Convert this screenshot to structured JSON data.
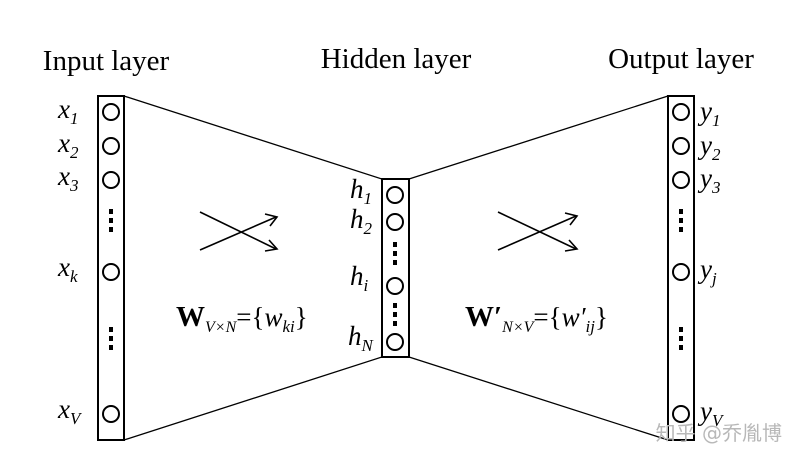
{
  "titles": {
    "input": "Input layer",
    "hidden": "Hidden layer",
    "output": "Output layer"
  },
  "input_labels": [
    {
      "base": "x",
      "sub": "1"
    },
    {
      "base": "x",
      "sub": "2"
    },
    {
      "base": "x",
      "sub": "3"
    },
    {
      "base": "x",
      "sub": "k"
    },
    {
      "base": "x",
      "sub": "V"
    }
  ],
  "hidden_labels": [
    {
      "base": "h",
      "sub": "1"
    },
    {
      "base": "h",
      "sub": "2"
    },
    {
      "base": "h",
      "sub": "i"
    },
    {
      "base": "h",
      "sub": "N"
    }
  ],
  "output_labels": [
    {
      "base": "y",
      "sub": "1"
    },
    {
      "base": "y",
      "sub": "2"
    },
    {
      "base": "y",
      "sub": "3"
    },
    {
      "base": "y",
      "sub": "j"
    },
    {
      "base": "y",
      "sub": "V"
    }
  ],
  "weights_in": {
    "W": "W",
    "sub": "V×N",
    "eq_open": "={",
    "w": "w",
    "w_sub": "ki",
    "close": "}"
  },
  "weights_out": {
    "W": "W′",
    "sub": "N×V",
    "eq_open": "={",
    "w": "w′",
    "w_sub": "ij",
    "close": "}"
  },
  "watermark": "知乎 @乔胤博"
}
